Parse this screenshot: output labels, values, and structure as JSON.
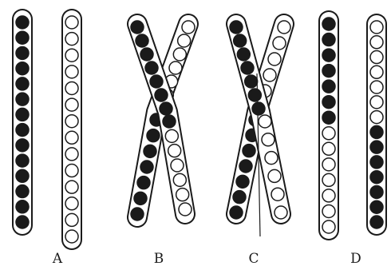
{
  "figure": {
    "panels": [
      {
        "label": "A",
        "stage": "separate",
        "chromatid_beads": [
          [
            "filled",
            "filled",
            "filled",
            "filled",
            "filled",
            "filled",
            "filled",
            "filled",
            "filled",
            "filled",
            "filled",
            "filled",
            "filled",
            "filled"
          ],
          [
            "open",
            "open",
            "open",
            "open",
            "open",
            "open",
            "open",
            "open",
            "open",
            "open",
            "open",
            "open",
            "open",
            "open"
          ]
        ]
      },
      {
        "label": "B",
        "stage": "crossing-over",
        "chromatid_beads": [
          [
            "filled",
            "filled",
            "filled",
            "filled",
            "filled",
            "filled",
            "filled",
            "filled",
            "open",
            "open",
            "open",
            "open",
            "open",
            "open"
          ],
          [
            "open",
            "open",
            "open",
            "open",
            "open",
            "open",
            "open",
            "filled",
            "filled",
            "filled",
            "filled",
            "filled",
            "filled",
            "filled"
          ]
        ]
      },
      {
        "label": "C",
        "stage": "chiasma-break",
        "chromatid_beads": [
          [
            "filled",
            "filled",
            "filled",
            "filled",
            "filled",
            "filled",
            "filled",
            "open",
            "open",
            "open",
            "open",
            "open",
            "open",
            "open"
          ],
          [
            "open",
            "open",
            "open",
            "open",
            "open",
            "open",
            "filled",
            "filled",
            "filled",
            "filled",
            "filled",
            "filled",
            "filled"
          ]
        ]
      },
      {
        "label": "D",
        "stage": "recombined",
        "chromatid_beads": [
          [
            "filled",
            "filled",
            "filled",
            "filled",
            "filled",
            "filled",
            "filled",
            "open",
            "open",
            "open",
            "open",
            "open",
            "open",
            "open"
          ],
          [
            "open",
            "open",
            "open",
            "open",
            "open",
            "open",
            "open",
            "filled",
            "filled",
            "filled",
            "filled",
            "filled",
            "filled",
            "filled"
          ]
        ]
      }
    ],
    "colors": {
      "ink": "#1a1a1a",
      "paper": "#ffffff"
    }
  }
}
